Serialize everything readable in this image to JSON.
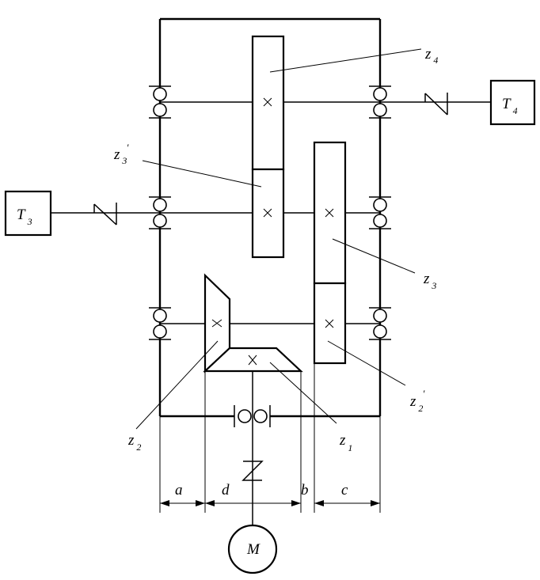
{
  "labels": {
    "z4": {
      "main": "z",
      "sub": "4"
    },
    "z3p": {
      "main": "z",
      "sub": "3",
      "prime": "′"
    },
    "z3": {
      "main": "z",
      "sub": "3"
    },
    "z2p": {
      "main": "z",
      "sub": "2",
      "prime": "′"
    },
    "z2": {
      "main": "z",
      "sub": "2"
    },
    "z1": {
      "main": "z",
      "sub": "1"
    },
    "T3": {
      "main": "T",
      "sub": "3"
    },
    "T4": {
      "main": "T",
      "sub": "4"
    },
    "M": "M",
    "dims": {
      "a": "a",
      "d": "d",
      "b": "b",
      "c": "c"
    }
  }
}
